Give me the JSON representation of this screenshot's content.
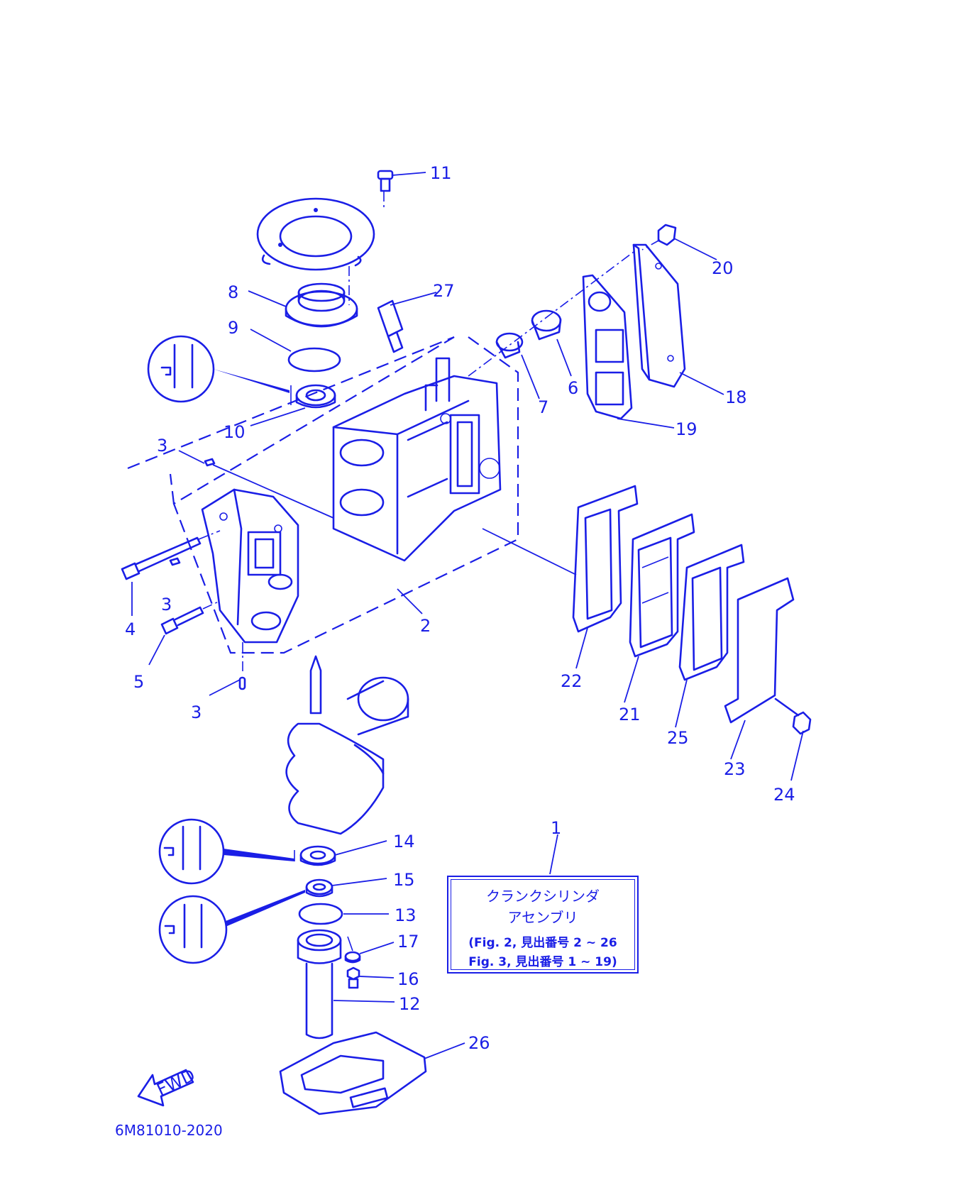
{
  "callouts": [
    {
      "label": "1"
    },
    {
      "label": "2"
    },
    {
      "label": "3"
    },
    {
      "label": "3"
    },
    {
      "label": "3"
    },
    {
      "label": "4"
    },
    {
      "label": "5"
    },
    {
      "label": "6"
    },
    {
      "label": "7"
    },
    {
      "label": "8"
    },
    {
      "label": "9"
    },
    {
      "label": "10"
    },
    {
      "label": "11"
    },
    {
      "label": "12"
    },
    {
      "label": "13"
    },
    {
      "label": "14"
    },
    {
      "label": "15"
    },
    {
      "label": "16"
    },
    {
      "label": "17"
    },
    {
      "label": "18"
    },
    {
      "label": "19"
    },
    {
      "label": "20"
    },
    {
      "label": "21"
    },
    {
      "label": "22"
    },
    {
      "label": "23"
    },
    {
      "label": "24"
    },
    {
      "label": "25"
    },
    {
      "label": "26"
    },
    {
      "label": "27"
    }
  ],
  "legend": {
    "line1": "クランクシリンダ",
    "line2": "アセンブリ",
    "ref1": "(Fig. 2, 見出番号 2 ~ 26",
    "ref2": "Fig. 3, 見出番号 1 ~ 19)"
  },
  "fwd_label": "FWD",
  "drawing_code": "6M81010-2020",
  "colors": {
    "ink": "#1a1ee6",
    "paper": "#ffffff"
  }
}
